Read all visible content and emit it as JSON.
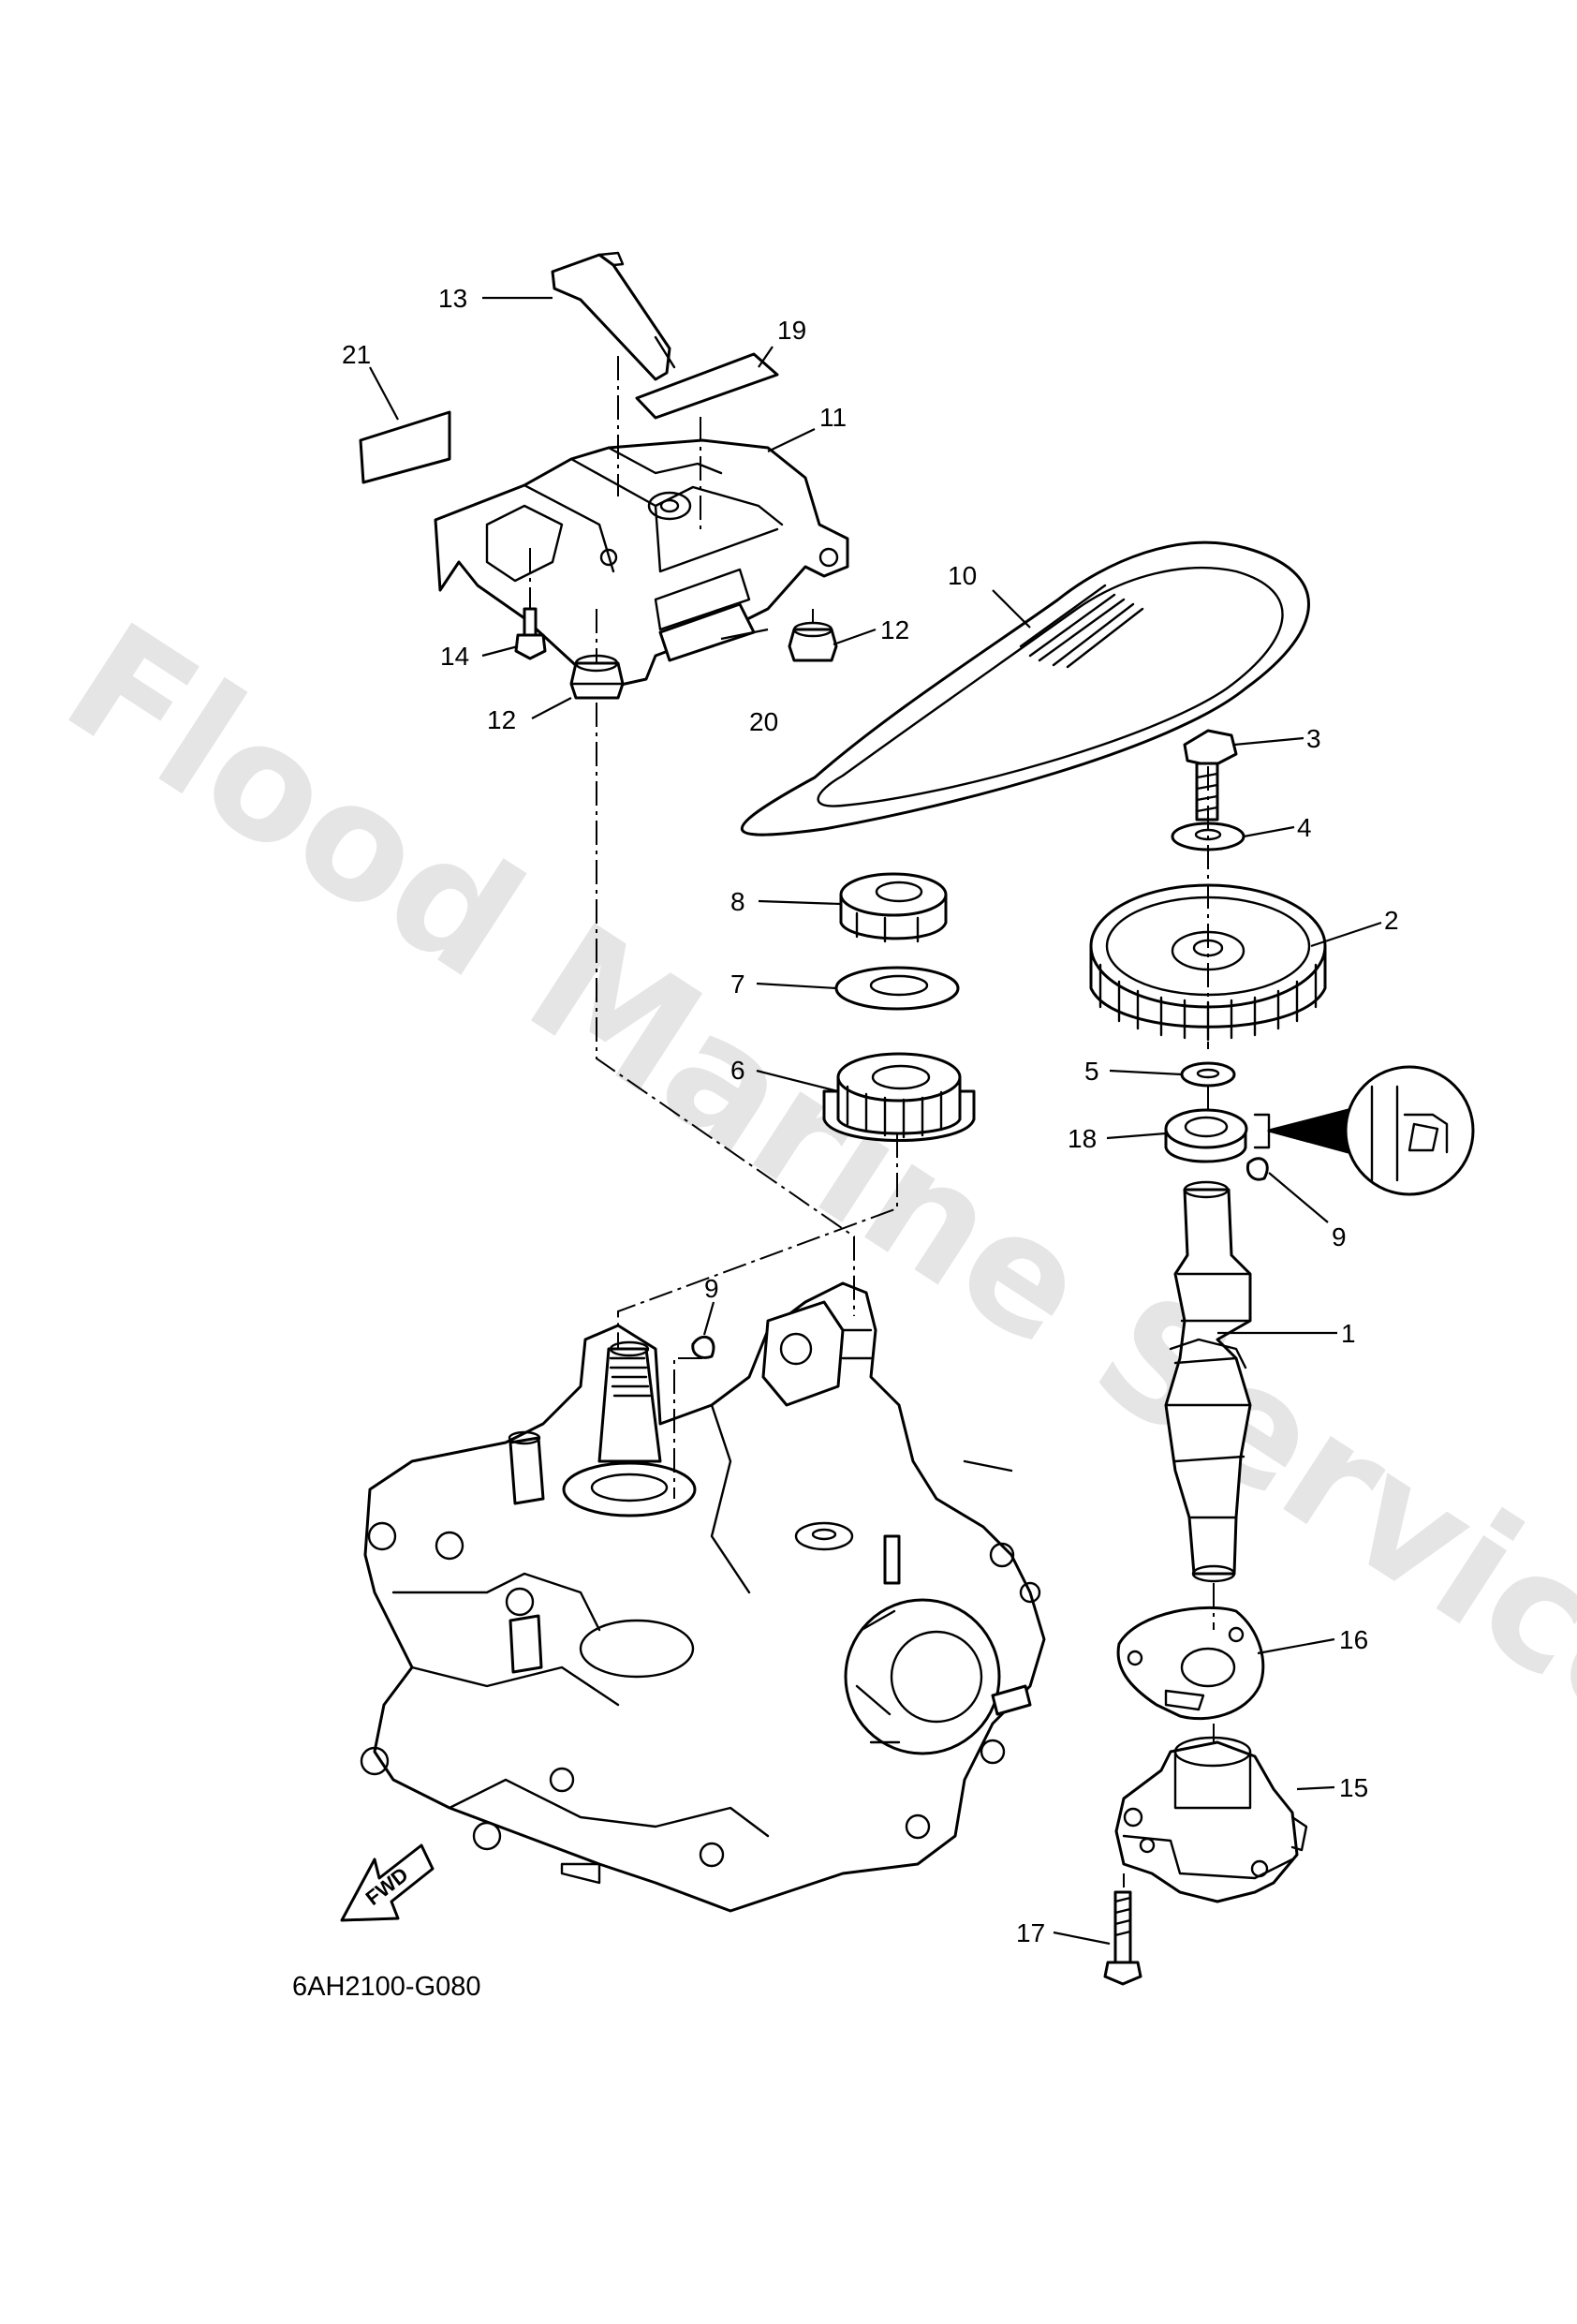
{
  "diagram": {
    "part_code": "6AH2100-G080",
    "watermark": "Flood Marine Services",
    "fwd_arrow_text": "FWD",
    "callouts": [
      {
        "id": "c1",
        "text": "1"
      },
      {
        "id": "c2",
        "text": "2"
      },
      {
        "id": "c3",
        "text": "3"
      },
      {
        "id": "c4",
        "text": "4"
      },
      {
        "id": "c5",
        "text": "5"
      },
      {
        "id": "c6",
        "text": "6"
      },
      {
        "id": "c7",
        "text": "7"
      },
      {
        "id": "c8",
        "text": "8"
      },
      {
        "id": "c9a",
        "text": "9"
      },
      {
        "id": "c9b",
        "text": "9"
      },
      {
        "id": "c10",
        "text": "10"
      },
      {
        "id": "c11",
        "text": "11"
      },
      {
        "id": "c12a",
        "text": "12"
      },
      {
        "id": "c12b",
        "text": "12"
      },
      {
        "id": "c13",
        "text": "13"
      },
      {
        "id": "c14",
        "text": "14"
      },
      {
        "id": "c15",
        "text": "15"
      },
      {
        "id": "c16",
        "text": "16"
      },
      {
        "id": "c17",
        "text": "17"
      },
      {
        "id": "c18",
        "text": "18"
      },
      {
        "id": "c19",
        "text": "19"
      },
      {
        "id": "c20",
        "text": "20"
      },
      {
        "id": "c21",
        "text": "21"
      }
    ]
  }
}
